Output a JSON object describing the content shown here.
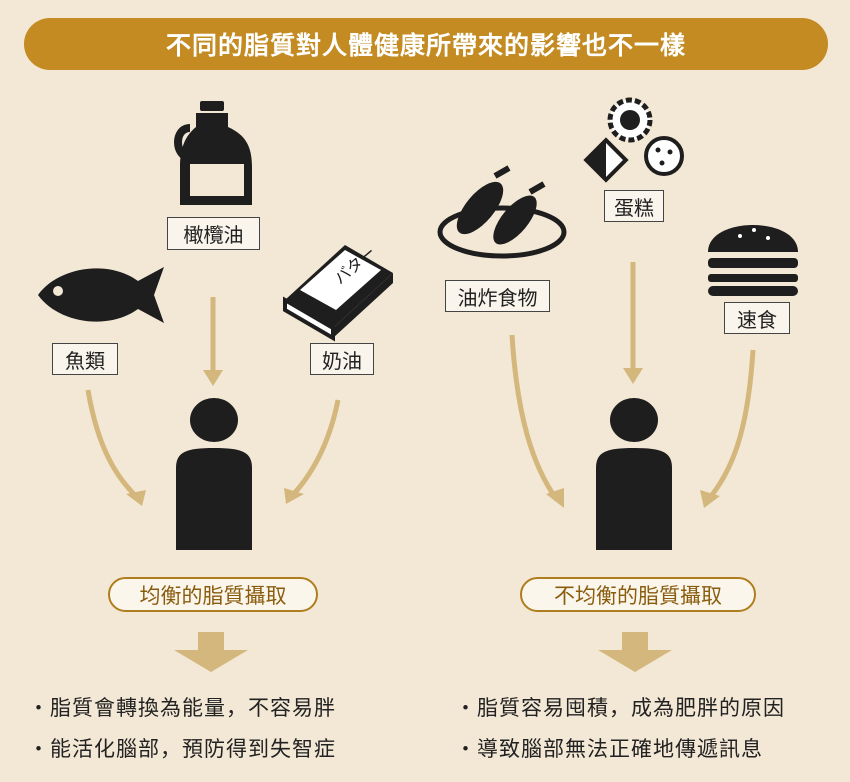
{
  "title": "不同的脂質對人體健康所帶來的影響也不一樣",
  "left": {
    "foods": [
      {
        "label": "橄欖油",
        "icon": "olive-oil-bottle-icon"
      },
      {
        "label": "魚類",
        "icon": "fish-icon"
      },
      {
        "label": "奶油",
        "icon": "butter-icon",
        "icon_text": "バター"
      }
    ],
    "result": "均衡的脂質攝取",
    "bullets": [
      "・脂質會轉換為能量，不容易胖",
      "・能活化腦部，預防得到失智症"
    ]
  },
  "right": {
    "foods": [
      {
        "label": "油炸食物",
        "icon": "fried-shrimp-icon"
      },
      {
        "label": "蛋糕",
        "icon": "cookies-icon"
      },
      {
        "label": "速食",
        "icon": "hamburger-icon"
      }
    ],
    "result": "不均衡的脂質攝取",
    "bullets": [
      "・脂質容易囤積，成為肥胖的原因",
      "・導致腦部無法正確地傳遞訊息"
    ]
  },
  "colors": {
    "title_bg": "#c38b22",
    "arrow": "#d4b77c",
    "background": "#f3e8d5",
    "icon": "#1e1e1e"
  }
}
